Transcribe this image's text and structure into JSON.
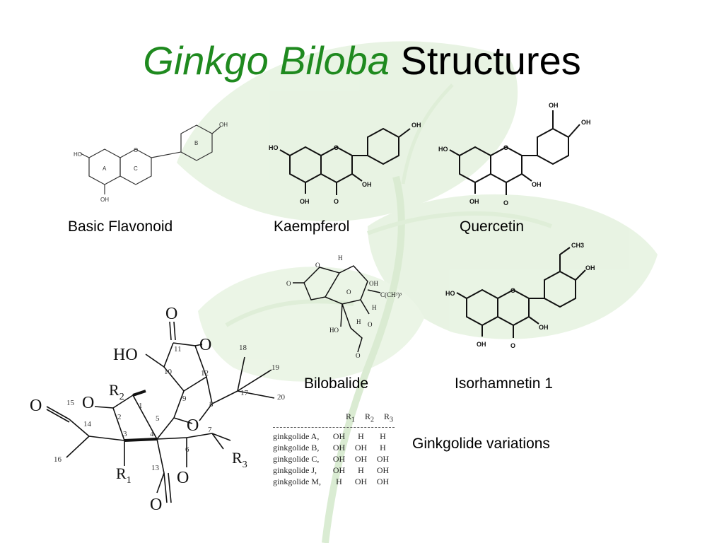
{
  "title": {
    "italic": "Ginkgo Biloba",
    "regular": "Structures"
  },
  "captions": {
    "basic_flavonoid": "Basic Flavonoid",
    "kaempferol": "Kaempferol",
    "quercetin": "Quercetin",
    "bilobalide": "Bilobalide",
    "isorhamnetin": "Isorhamnetin 1",
    "ginkgolide_variations": "Ginkgolide variations"
  },
  "ginkgolide_table": {
    "headers": [
      "R",
      "R",
      "R"
    ],
    "header_subs": [
      "1",
      "2",
      "3"
    ],
    "rows": [
      {
        "name": "ginkgolide A,",
        "r1": "OH",
        "r2": "H",
        "r3": "H"
      },
      {
        "name": "ginkgolide B,",
        "r1": "OH",
        "r2": "OH",
        "r3": "H"
      },
      {
        "name": "ginkgolide C,",
        "r1": "OH",
        "r2": "OH",
        "r3": "OH"
      },
      {
        "name": "ginkgolide J,",
        "r1": "OH",
        "r2": "H",
        "r3": "OH"
      },
      {
        "name": "ginkgolide M,",
        "r1": "H",
        "r2": "OH",
        "r3": "OH"
      }
    ]
  },
  "labels": {
    "oh": "OH",
    "ho": "HO",
    "o": "O",
    "h": "H",
    "ring_a": "A",
    "ring_b": "B",
    "ring_c": "C",
    "tbutyl": "C(CH³)³",
    "och3": "CH3",
    "r1": "R",
    "r1_sub": "1",
    "r2": "R",
    "r2_sub": "2",
    "r3": "R",
    "r3_sub": "3",
    "n_11": "11",
    "n_12": "12",
    "n_10": "10",
    "n_9": "9",
    "n_1": "1",
    "n_2": "2",
    "n_3": "3",
    "n_4": "4",
    "n_5": "5",
    "n_6": "6",
    "n_7": "7",
    "n_8": "8",
    "n_13": "13",
    "n_14": "14",
    "n_15": "15",
    "n_16": "16",
    "n_17": "17",
    "n_18": "18",
    "n_19": "19",
    "n_20": "20"
  },
  "colors": {
    "title_green": "#1f8a1f",
    "leaf_green": "#cfe6c4",
    "leaf_green_dark": "#b7d9aa"
  }
}
